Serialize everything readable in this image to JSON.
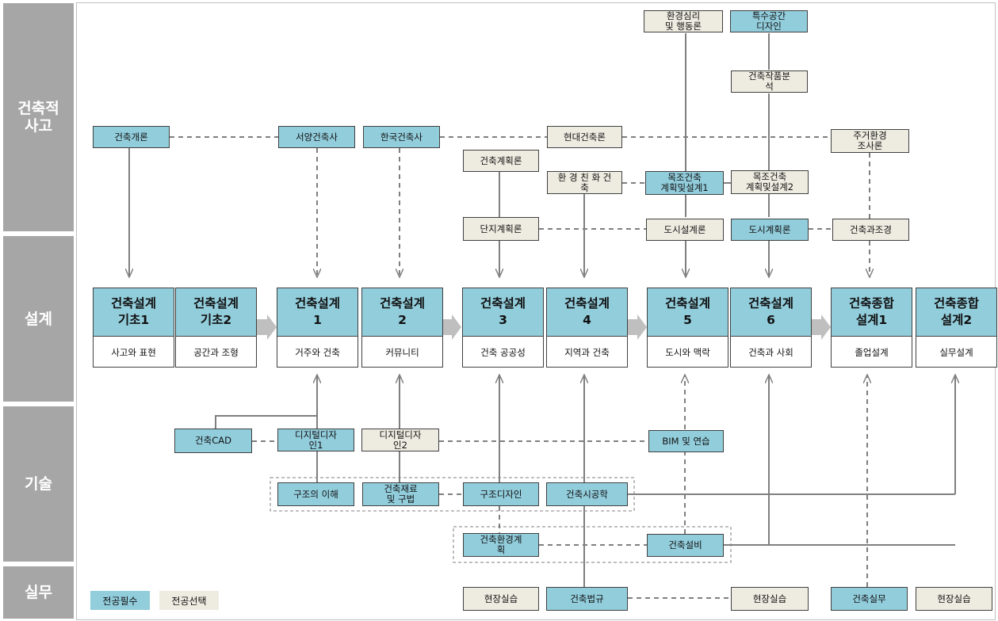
{
  "bands": [
    {
      "label": "건축적\n사고"
    },
    {
      "label": "설계"
    },
    {
      "label": "기술"
    },
    {
      "label": "실무"
    }
  ],
  "nodes": {
    "env_psych": "환경심리\n및 행동론",
    "special_space": "특수공간\n디자인",
    "arch_work_analysis": "건축작품분\n석",
    "intro": "건축개론",
    "western_history": "서양건축사",
    "korean_history": "한국건축사",
    "modern_theory": "현대건축론",
    "housing_survey": "주거환경\n조사론",
    "planning_theory": "건축계획론",
    "eco_arch": "환 경 친 화 건\n축",
    "wood_design1": "목조건축\n계획및설계1",
    "wood_design2": "목조건축\n계획및설계2",
    "site_planning": "단지계획론",
    "urban_design": "도시설계론",
    "urban_planning": "도시계획론",
    "landscape": "건축과조경",
    "cad": "건축CAD",
    "digital1": "디지털디자\n인1",
    "digital2": "디지털디자\n인2",
    "bim": "BIM 및 연습",
    "structure_understanding": "구조의 이해",
    "materials": "건축재료\n및 구법",
    "structure_design": "구조디자인",
    "construction": "건축시공학",
    "environment_plan": "건축환경계\n획",
    "equipment": "건축설비",
    "field1": "현장실습",
    "law": "건축법규",
    "field2": "현장실습",
    "practice": "건축실무",
    "field3": "현장실습"
  },
  "studios": [
    {
      "title": "건축설계\n기초1",
      "sub": "사고와 표현"
    },
    {
      "title": "건축설계\n기초2",
      "sub": "공간과 조형"
    },
    {
      "title": "건축설계\n1",
      "sub": "거주와 건축"
    },
    {
      "title": "건축설계\n2",
      "sub": "커뮤니티"
    },
    {
      "title": "건축설계\n3",
      "sub": "건축 공공성"
    },
    {
      "title": "건축설계\n4",
      "sub": "지역과 건축"
    },
    {
      "title": "건축설계\n5",
      "sub": "도시와 맥락"
    },
    {
      "title": "건축설계\n6",
      "sub": "건축과 사회"
    },
    {
      "title": "건축종합\n설계1",
      "sub": "졸업설계"
    },
    {
      "title": "건축종합\n설계2",
      "sub": "실무설계"
    }
  ],
  "legend": {
    "required": "전공필수",
    "elective": "전공선택"
  },
  "colors": {
    "required": "#92cddc",
    "elective": "#eeece1",
    "band": "#a6a6a6",
    "line": "#7f7f7f",
    "flow_arrow": "#bfbfbf"
  }
}
